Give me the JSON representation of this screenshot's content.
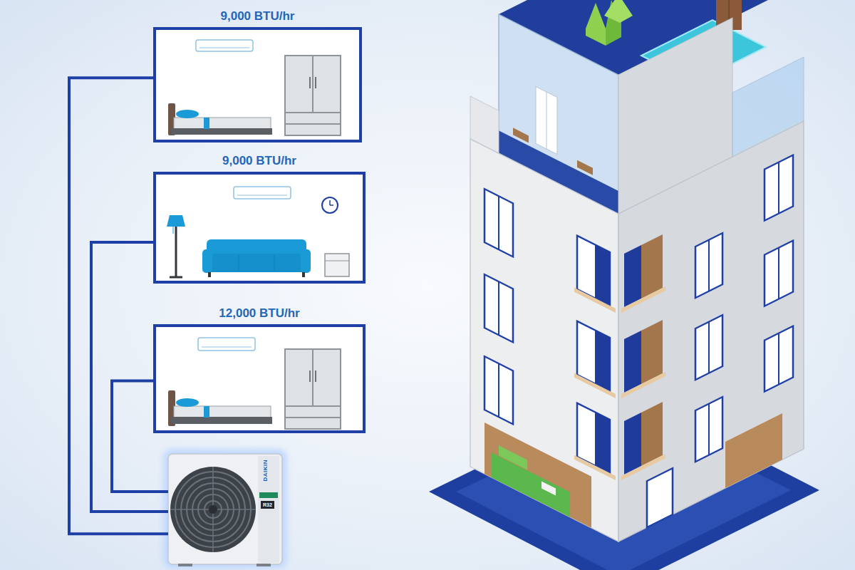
{
  "diagram": {
    "nodes": [
      {
        "text": [
          "9,000 BTU/hr"
        ]
      },
      {
        "text": [
          "9,000 BTU/hr"
        ]
      },
      {
        "text": [
          "12,000 BTU/hr"
        ]
      },
      {
        "text": [
          "DAIKIN",
          "R32"
        ]
      }
    ],
    "edges": [
      {
        "from": 0,
        "to": 3,
        "arrow": "none"
      },
      {
        "from": 1,
        "to": 3,
        "arrow": "none"
      },
      {
        "from": 2,
        "to": 3,
        "arrow": "none"
      }
    ]
  }
}
